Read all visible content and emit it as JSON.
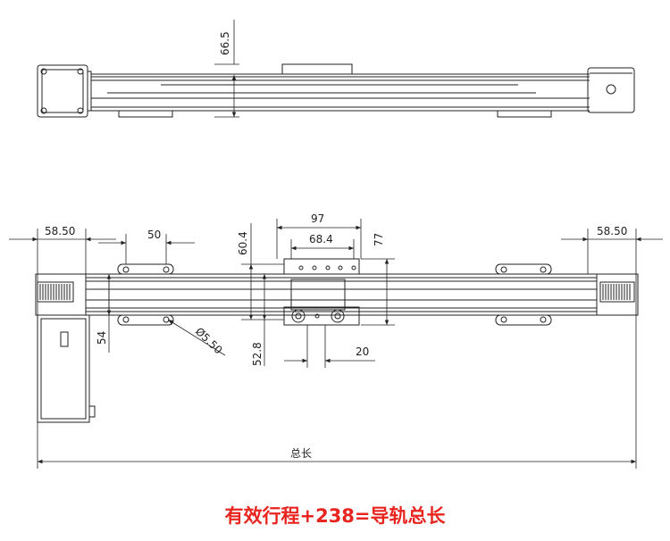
{
  "drawing": {
    "dimensions": {
      "height_top": "66.5",
      "left_end": "58.50",
      "right_end": "58.50",
      "hole_spacing": "50",
      "carriage_width": "97",
      "carriage_hole_spacing": "68.4",
      "rail_width": "60.4",
      "carriage_height": "77",
      "hole_diameter": "Ø5.50",
      "motor_offset": "54",
      "rail_center": "52.8",
      "carriage_offset": "20",
      "total_length": "总长"
    },
    "caption": "有效行程+238=导轨总长",
    "colors": {
      "line": "#222222",
      "caption": "#e8241f"
    }
  }
}
